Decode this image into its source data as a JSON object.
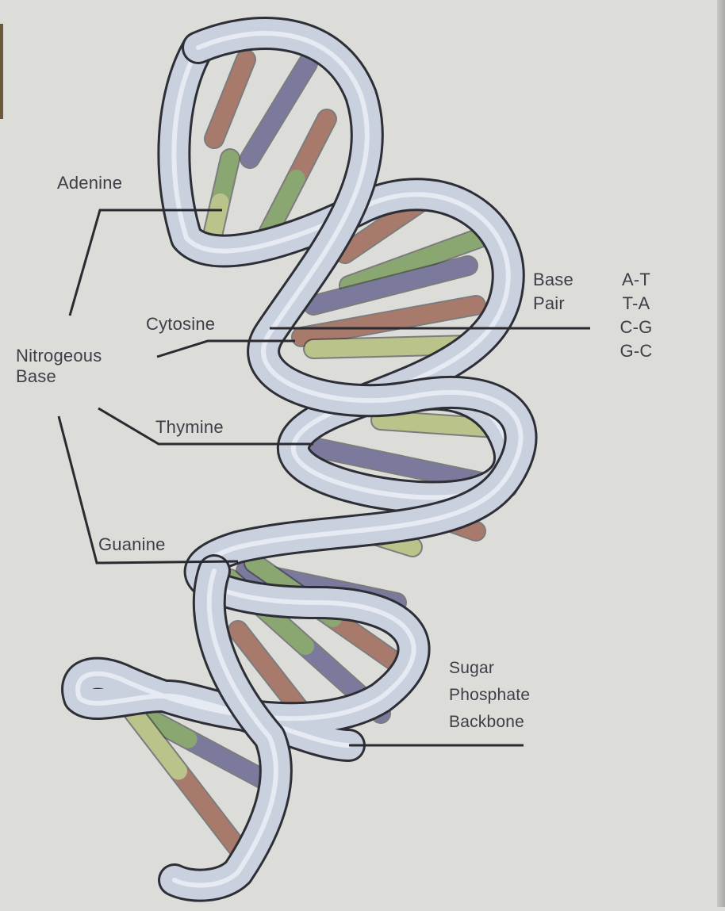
{
  "labels": {
    "adenine": "Adenine",
    "cytosine": "Cytosine",
    "nitrogenous_base": [
      "Nitrogeous",
      "Base"
    ],
    "thymine": "Thymine",
    "guanine": "Guanine",
    "base_pair_title": [
      "Base",
      "Pair"
    ],
    "base_pairs": [
      "A-T",
      "T-A",
      "C-G",
      "G-C"
    ],
    "backbone": [
      "Sugar",
      "Phosphate",
      "Backbone"
    ]
  },
  "colors": {
    "background": "#dcdcd8",
    "ribbon": "#c9d0de",
    "outline": "#2e2e36",
    "adenine": "#7c7a9c",
    "thymine": "#b9c38a",
    "cytosine": "#a77a6c",
    "guanine": "#8aa772"
  }
}
